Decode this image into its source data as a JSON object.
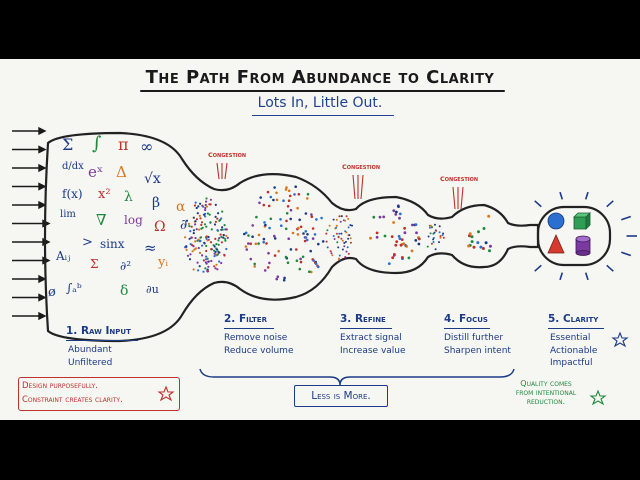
{
  "title": "The Path From Abundance to Clarity",
  "subtitle": "Lots In, Little Out.",
  "stages": [
    {
      "title": "1. Raw Input",
      "lines": [
        "Abundant",
        "Unfiltered"
      ]
    },
    {
      "title": "2. Filter",
      "lines": [
        "Remove noise",
        "Reduce volume"
      ]
    },
    {
      "title": "3. Refine",
      "lines": [
        "Extract signal",
        "Increase value"
      ]
    },
    {
      "title": "4. Focus",
      "lines": [
        "Distill further",
        "Sharpen intent"
      ]
    },
    {
      "title": "5. Clarity",
      "lines": [
        "Essential",
        "Actionable",
        "Impactful"
      ]
    }
  ],
  "congestion": [
    "Congestion",
    "Congestion",
    "Congestion"
  ],
  "note_left": [
    "Design purposefully.",
    "Constraint creates clarity."
  ],
  "center_note": "Less is More.",
  "note_right": [
    "Quality comes",
    "from intentional",
    "reduction."
  ],
  "symbols": [
    {
      "t": "Σ",
      "c": "#1c3b86"
    },
    {
      "t": "∫",
      "c": "#1f8a3f"
    },
    {
      "t": "π",
      "c": "#c0312b"
    },
    {
      "t": "∞",
      "c": "#1c3b86"
    },
    {
      "t": "d/dx",
      "c": "#1c3b86"
    },
    {
      "t": "eˣ",
      "c": "#7b3aa0"
    },
    {
      "t": "Δ",
      "c": "#d9761e"
    },
    {
      "t": "√x",
      "c": "#1c3b86"
    },
    {
      "t": "f(x)",
      "c": "#1c3b86"
    },
    {
      "t": "x²",
      "c": "#c0312b"
    },
    {
      "t": "λ",
      "c": "#1f8a3f"
    },
    {
      "t": "β",
      "c": "#1c3b86"
    },
    {
      "t": "lim",
      "c": "#1c3b86"
    },
    {
      "t": "∇",
      "c": "#1f8a3f"
    },
    {
      "t": "log",
      "c": "#7b3aa0"
    },
    {
      "t": "Ω",
      "c": "#c0312b"
    },
    {
      "t": ">",
      "c": "#1c3b86"
    },
    {
      "t": "sinx",
      "c": "#1c3b86"
    },
    {
      "t": "≈",
      "c": "#1c3b86"
    },
    {
      "t": "α",
      "c": "#d9761e"
    },
    {
      "t": "Aᵢⱼ",
      "c": "#1c3b86"
    },
    {
      "t": "Σ",
      "c": "#c0312b"
    },
    {
      "t": "∂²",
      "c": "#1c3b86"
    },
    {
      "t": "yᵢ",
      "c": "#d9761e"
    },
    {
      "t": "ø",
      "c": "#1c3b86"
    },
    {
      "t": "∫ₐᵇ",
      "c": "#1c3b86"
    },
    {
      "t": "δ",
      "c": "#1f8a3f"
    },
    {
      "t": "∂u",
      "c": "#1c3b86"
    },
    {
      "t": "∂",
      "c": "#1c3b86"
    }
  ],
  "colors": {
    "ink": "#1a1a1a",
    "blue": "#1c3b86",
    "red": "#c0312b",
    "green": "#1f8a3f",
    "purple": "#7b3aa0",
    "orange": "#d9761e"
  }
}
